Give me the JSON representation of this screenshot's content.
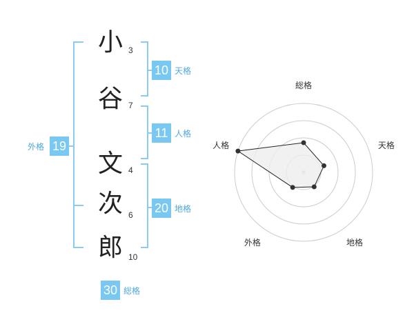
{
  "name": {
    "chars": [
      "小",
      "谷",
      "文",
      "次",
      "郎"
    ],
    "strokes": [
      "3",
      "7",
      "4",
      "6",
      "10"
    ]
  },
  "grid": {
    "tenkaku": {
      "value": "10",
      "label": "天格"
    },
    "jinkaku": {
      "value": "11",
      "label": "人格"
    },
    "chikaku": {
      "value": "20",
      "label": "地格"
    },
    "gaikaku": {
      "value": "19",
      "label": "外格"
    },
    "soukaku": {
      "value": "30",
      "label": "総格"
    }
  },
  "colors": {
    "accent": "#79c8f1",
    "bracket": "#8ccbf0",
    "label": "#4fa9dd"
  },
  "chart_data": {
    "type": "radar",
    "axes": [
      "総格",
      "天格",
      "地格",
      "外格",
      "人格"
    ],
    "values": [
      0.43,
      0.31,
      0.26,
      0.27,
      1.0
    ],
    "rings": 4
  }
}
